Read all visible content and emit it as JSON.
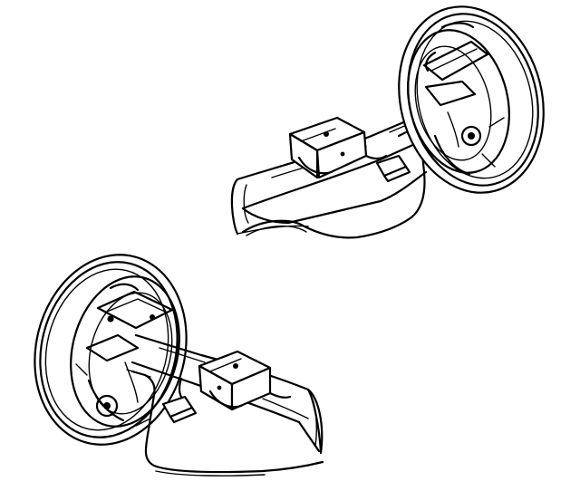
{
  "diagram": {
    "colors": {
      "ink": "#000000",
      "paper": "#ffffff"
    },
    "parts": [
      {
        "id": "upper-brake-drum",
        "icon": "brake-drum-icon"
      },
      {
        "id": "upper-axle-tube",
        "icon": "axle-tube-icon"
      },
      {
        "id": "upper-spring-seat",
        "icon": "spring-seat-icon"
      },
      {
        "id": "upper-brake-line",
        "icon": "brake-line-icon"
      },
      {
        "id": "lower-brake-drum",
        "icon": "brake-drum-icon"
      },
      {
        "id": "lower-axle-tube",
        "icon": "axle-tube-icon"
      },
      {
        "id": "lower-spring-seat",
        "icon": "spring-seat-icon"
      },
      {
        "id": "lower-brake-line",
        "icon": "brake-line-icon"
      }
    ]
  }
}
